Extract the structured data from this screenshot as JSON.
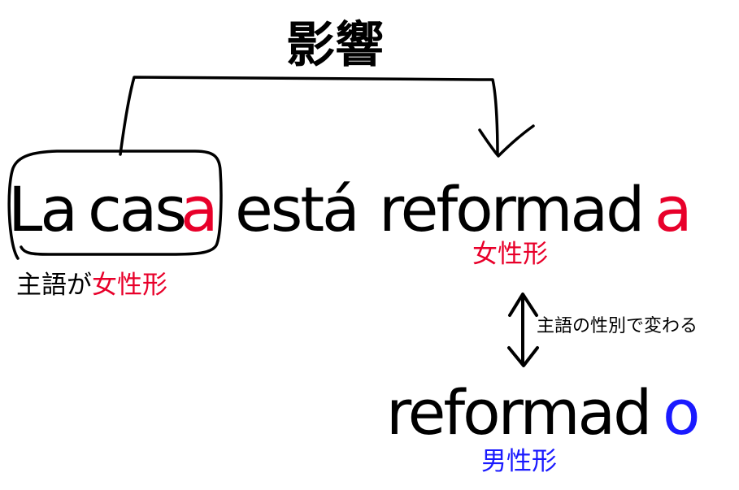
{
  "title": "影響",
  "sentence": {
    "article": "La",
    "noun_stem": "cas",
    "noun_ending": "a",
    "verb": "está",
    "adj_stem": "reformad",
    "adj_ending_fem": "a"
  },
  "alternative": {
    "adj_stem": "reformad",
    "adj_ending_masc": "o"
  },
  "notes": {
    "subject_prefix": "主語が",
    "subject_gender": "女性形",
    "feminine_label": "女性形",
    "change_note": "主語の性別で変わる",
    "masculine_label": "男性形"
  },
  "colors": {
    "text": "#000000",
    "feminine": "#e8002a",
    "masculine": "#1a1aff"
  },
  "icons": {
    "influence_arrow": "curved-arrow-down-icon",
    "change_arrow": "double-arrow-vertical-icon",
    "subject_bracket": "rounded-box-bracket"
  }
}
